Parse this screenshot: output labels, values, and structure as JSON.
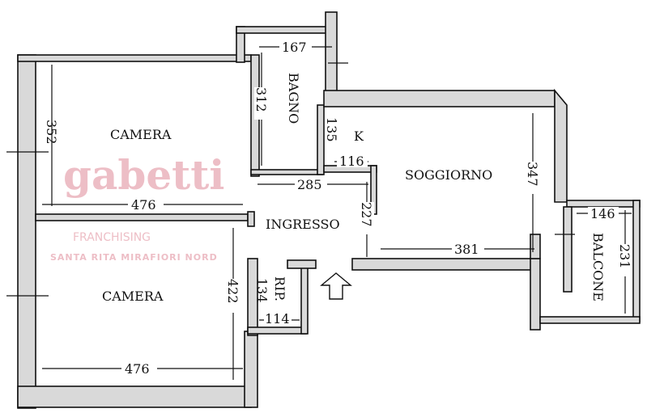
{
  "rooms": {
    "camera_top": "CAMERA",
    "camera_bottom": "CAMERA",
    "bagno": "BAGNO",
    "kitchen": "K",
    "soggiorno": "SOGGIORNO",
    "ingresso": "INGRESSO",
    "ripostiglio": "RIP.",
    "balcone": "BALCONE"
  },
  "dimensions": {
    "camera_top_height": "352",
    "camera_top_width": "476",
    "camera_bottom_height": "422",
    "camera_bottom_width": "476",
    "bagno_width": "167",
    "bagno_height": "312",
    "kitchen_height": "135",
    "kitchen_width": "116",
    "ingresso_width": "285",
    "ingresso_height": "227",
    "soggiorno_height": "347",
    "soggiorno_width": "381",
    "balcone_width": "146",
    "balcone_height": "231",
    "rip_height": "134",
    "rip_width": "114"
  },
  "watermark": {
    "logo": "gabetti",
    "franchising": "FRANCHISING",
    "agency": "SANTA RITA MIRAFIORI NORD",
    "color": "#e8a9b3"
  },
  "entrance_icon": "arrow-up-outline-icon"
}
